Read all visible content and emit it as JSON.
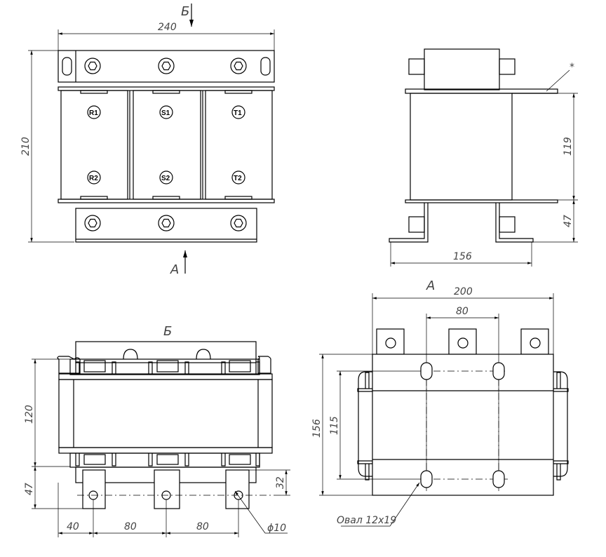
{
  "view_front": {
    "width_dim": "240",
    "height_dim": "210",
    "view_marker_top": "Б",
    "view_marker_bottom": "А",
    "terminals": [
      "R1",
      "S1",
      "T1",
      "R2",
      "S2",
      "T2"
    ]
  },
  "view_side": {
    "height_dim": "119",
    "base_dim": "47",
    "width_dim": "156",
    "note_mark": "*"
  },
  "view_b": {
    "title": "Б",
    "height_dim": "120",
    "base_dim": "47",
    "lug_dim": "32",
    "spacing_dims": [
      "40",
      "80",
      "80"
    ],
    "hole_dim": "ϕ10"
  },
  "view_a": {
    "title": "А",
    "width_dim": "200",
    "hole_spacing_dim": "80",
    "height_dim": "156",
    "hole_height_dim": "115",
    "oval_note": "Овал 12х19"
  }
}
